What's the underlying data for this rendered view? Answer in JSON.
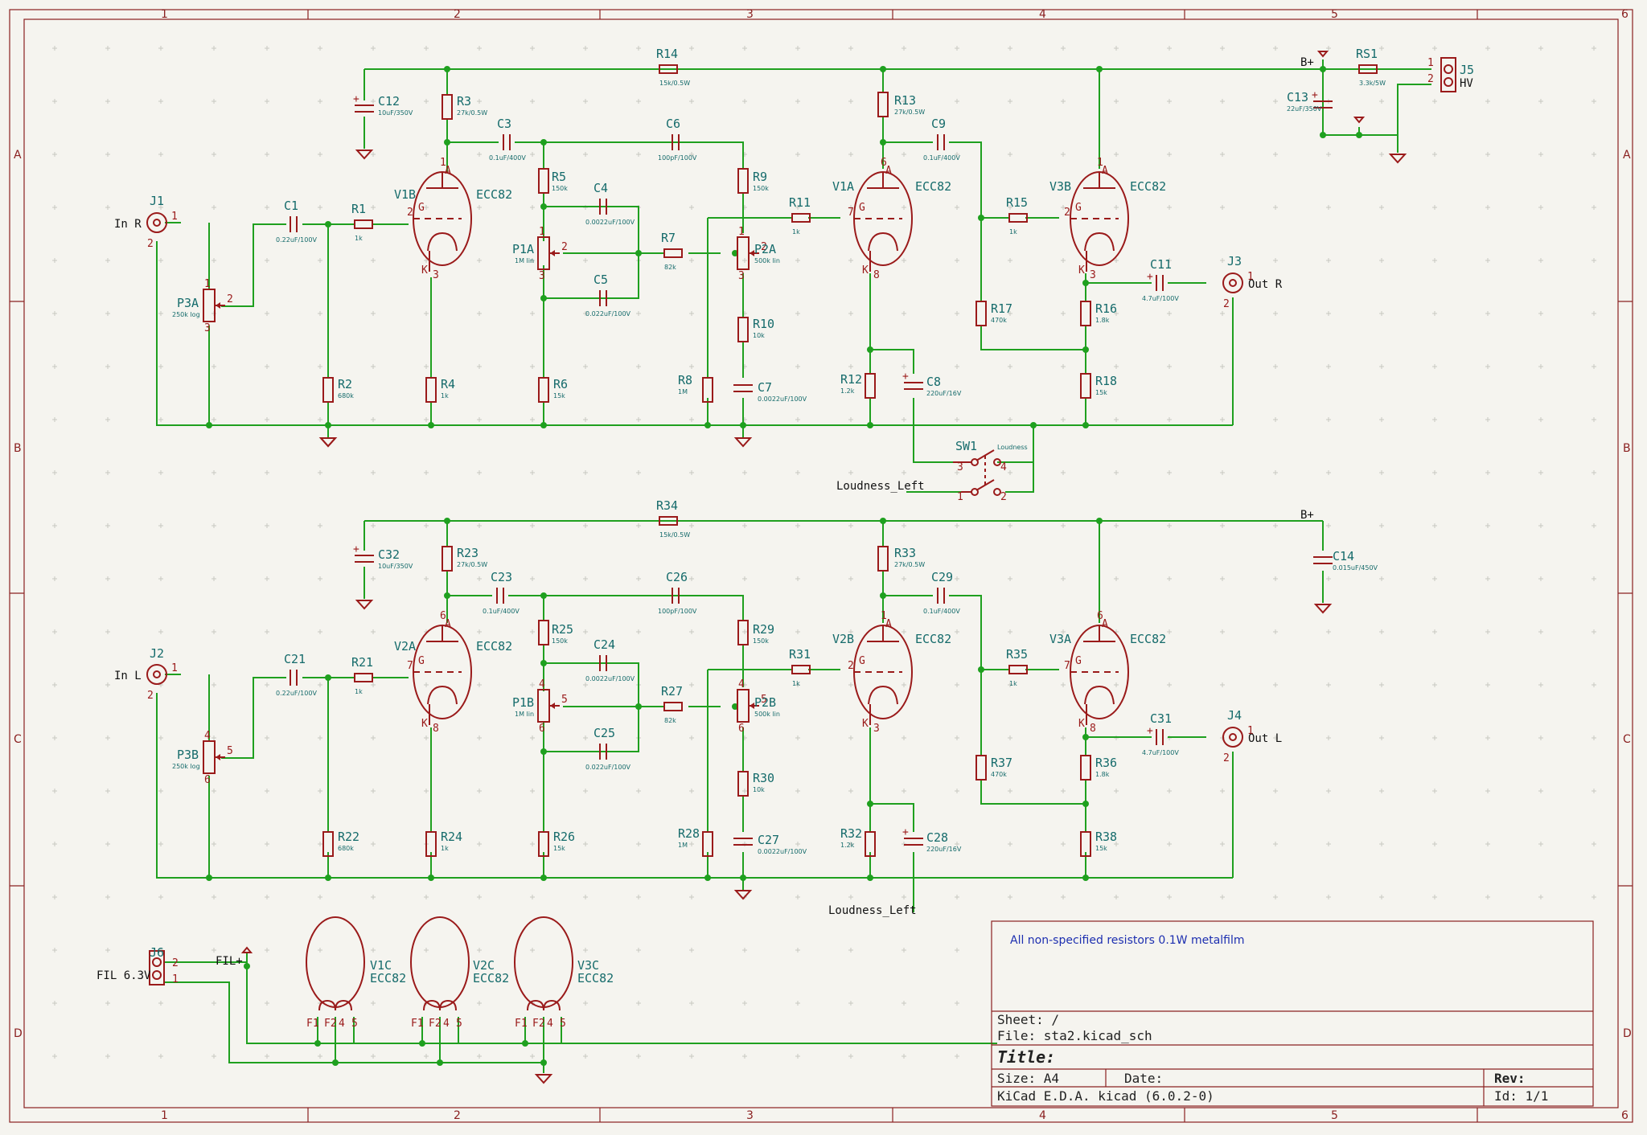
{
  "border": {
    "cols": [
      "1",
      "2",
      "3",
      "4",
      "5",
      "6"
    ],
    "rows": [
      "A",
      "B",
      "C",
      "D"
    ]
  },
  "notes": {
    "text": "All non-specified resistors 0.1W metalfilm"
  },
  "title_block": {
    "sheet": "Sheet: /",
    "file": "File: sta2.kicad_sch",
    "title": "Title:",
    "size": "Size: A4",
    "date": "Date:",
    "rev": "Rev:",
    "tool": "KiCad E.D.A.  kicad (6.0.2-0)",
    "id": "Id: 1/1"
  },
  "nets": {
    "bplus1": "B+",
    "bplus2": "B+",
    "fil": "FIL+",
    "loud1": "Loudness_Left",
    "loud2": "Loudness_Left",
    "loudness": "Loudness"
  },
  "components": {
    "J1": {
      "ref": "J1",
      "label": "In R"
    },
    "J2": {
      "ref": "J2",
      "label": "In L"
    },
    "J3": {
      "ref": "J3",
      "label": "Out R"
    },
    "J4": {
      "ref": "J4",
      "label": "Out L"
    },
    "J5": {
      "ref": "J5",
      "label": "HV"
    },
    "J6": {
      "ref": "J6",
      "label": "FIL 6.3V"
    },
    "C1": {
      "ref": "C1",
      "val": "0.22uF/100V"
    },
    "R1": {
      "ref": "R1",
      "val": "1k"
    },
    "R2": {
      "ref": "R2",
      "val": "680k"
    },
    "P3A": {
      "ref": "P3A",
      "val": "250k log"
    },
    "V1B": {
      "ref": "V1B",
      "val": "ECC82"
    },
    "R3": {
      "ref": "R3",
      "val": "27k/0.5W"
    },
    "R4": {
      "ref": "R4",
      "val": "1k"
    },
    "C12": {
      "ref": "C12",
      "val": "10uF/350V"
    },
    "R14": {
      "ref": "R14",
      "val": "15k/0.5W"
    },
    "C3": {
      "ref": "C3",
      "val": "0.1uF/400V"
    },
    "C6": {
      "ref": "C6",
      "val": "100pF/100V"
    },
    "R5": {
      "ref": "R5",
      "val": "150k"
    },
    "C4": {
      "ref": "C4",
      "val": "0.0022uF/100V"
    },
    "C5": {
      "ref": "C5",
      "val": "0.022uF/100V"
    },
    "P1A": {
      "ref": "P1A",
      "val": "1M lin"
    },
    "R6": {
      "ref": "R6",
      "val": "15k"
    },
    "R7": {
      "ref": "R7",
      "val": "82k"
    },
    "R8": {
      "ref": "R8",
      "val": "1M"
    },
    "R9": {
      "ref": "R9",
      "val": "150k"
    },
    "P2A": {
      "ref": "P2A",
      "val": "500k lin"
    },
    "R10": {
      "ref": "R10",
      "val": "10k"
    },
    "C7": {
      "ref": "C7",
      "val": "0.0022uF/100V"
    },
    "R11": {
      "ref": "R11",
      "val": "1k"
    },
    "V1A": {
      "ref": "V1A",
      "val": "ECC82"
    },
    "R13": {
      "ref": "R13",
      "val": "27k/0.5W"
    },
    "R12": {
      "ref": "R12",
      "val": "1.2k"
    },
    "C8": {
      "ref": "C8",
      "val": "220uF/16V"
    },
    "C9": {
      "ref": "C9",
      "val": "0.1uF/400V"
    },
    "R15": {
      "ref": "R15",
      "val": "1k"
    },
    "R17": {
      "ref": "R17",
      "val": "470k"
    },
    "V3B": {
      "ref": "V3B",
      "val": "ECC82"
    },
    "R16": {
      "ref": "R16",
      "val": "1.8k"
    },
    "R18": {
      "ref": "R18",
      "val": "15k"
    },
    "C11": {
      "ref": "C11",
      "val": "4.7uF/100V"
    },
    "RS1": {
      "ref": "RS1",
      "val": "3.3k/5W"
    },
    "C13": {
      "ref": "C13",
      "val": "22uF/350V"
    },
    "SW1": {
      "ref": "SW1"
    },
    "C21": {
      "ref": "C21",
      "val": "0.22uF/100V"
    },
    "R21": {
      "ref": "R21",
      "val": "1k"
    },
    "R22": {
      "ref": "R22",
      "val": "680k"
    },
    "P3B": {
      "ref": "P3B",
      "val": "250k log"
    },
    "V2A": {
      "ref": "V2A",
      "val": "ECC82"
    },
    "R23": {
      "ref": "R23",
      "val": "27k/0.5W"
    },
    "R24": {
      "ref": "R24",
      "val": "1k"
    },
    "C32": {
      "ref": "C32",
      "val": "10uF/350V"
    },
    "R34": {
      "ref": "R34",
      "val": "15k/0.5W"
    },
    "C23": {
      "ref": "C23",
      "val": "0.1uF/400V"
    },
    "C26": {
      "ref": "C26",
      "val": "100pF/100V"
    },
    "R25": {
      "ref": "R25",
      "val": "150k"
    },
    "C24": {
      "ref": "C24",
      "val": "0.0022uF/100V"
    },
    "C25": {
      "ref": "C25",
      "val": "0.022uF/100V"
    },
    "P1B": {
      "ref": "P1B",
      "val": "1M lin"
    },
    "R26": {
      "ref": "R26",
      "val": "15k"
    },
    "R27": {
      "ref": "R27",
      "val": "82k"
    },
    "R28": {
      "ref": "R28",
      "val": "1M"
    },
    "R29": {
      "ref": "R29",
      "val": "150k"
    },
    "P2B": {
      "ref": "P2B",
      "val": "500k lin"
    },
    "R30": {
      "ref": "R30",
      "val": "10k"
    },
    "C27": {
      "ref": "C27",
      "val": "0.0022uF/100V"
    },
    "R31": {
      "ref": "R31",
      "val": "1k"
    },
    "V2B": {
      "ref": "V2B",
      "val": "ECC82"
    },
    "R33": {
      "ref": "R33",
      "val": "27k/0.5W"
    },
    "R32": {
      "ref": "R32",
      "val": "1.2k"
    },
    "C28": {
      "ref": "C28",
      "val": "220uF/16V"
    },
    "C29": {
      "ref": "C29",
      "val": "0.1uF/400V"
    },
    "R35": {
      "ref": "R35",
      "val": "1k"
    },
    "R37": {
      "ref": "R37",
      "val": "470k"
    },
    "V3A": {
      "ref": "V3A",
      "val": "ECC82"
    },
    "R36": {
      "ref": "R36",
      "val": "1.8k"
    },
    "R38": {
      "ref": "R38",
      "val": "15k"
    },
    "C31": {
      "ref": "C31",
      "val": "4.7uF/100V"
    },
    "C14": {
      "ref": "C14",
      "val": "0.015uF/450V"
    },
    "V1C": {
      "ref": "V1C",
      "val": "ECC82"
    },
    "V2C": {
      "ref": "V2C",
      "val": "ECC82"
    },
    "V3C": {
      "ref": "V3C",
      "val": "ECC82"
    }
  }
}
